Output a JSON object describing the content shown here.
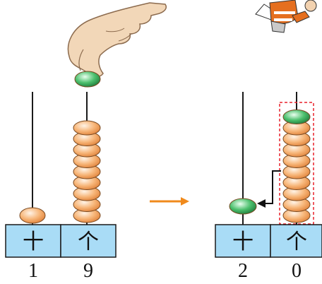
{
  "colors": {
    "bead_orange": "#f4a15a",
    "bead_green": "#3aa85a",
    "box_blue": "#a9dcf6",
    "arrow_orange": "#f08a1c",
    "dashed_red": "#e8212a"
  },
  "left_abacus": {
    "tens_label": "十",
    "ones_label": "个",
    "tens_digit": "1",
    "ones_digit": "9",
    "tens_beads": 1,
    "ones_beads": 9
  },
  "right_abacus": {
    "tens_label": "十",
    "ones_label": "个",
    "tens_digit": "2",
    "ones_digit": "0",
    "tens_beads": 1,
    "ones_beads": 10
  }
}
